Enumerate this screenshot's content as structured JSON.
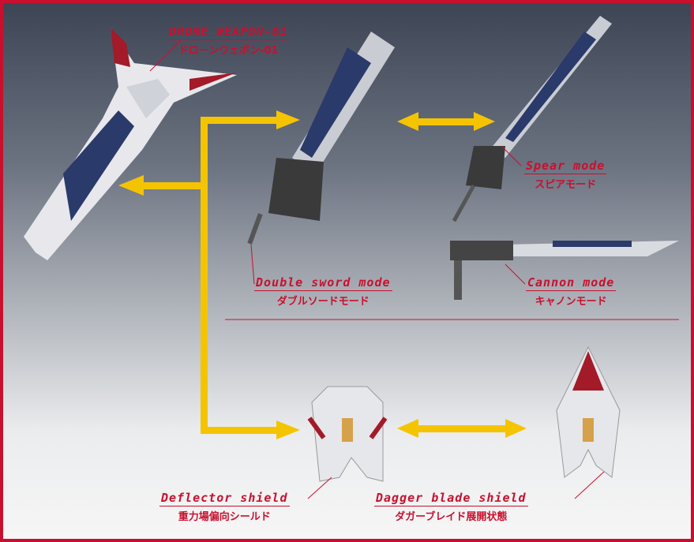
{
  "labels": {
    "drone": {
      "en": "DRONE WEAPON-01",
      "jp": "ドローンウェポン-01"
    },
    "double_sword": {
      "en": "Double sword mode",
      "jp": "ダブルソードモード"
    },
    "spear": {
      "en": "Spear mode",
      "jp": "スピアモード"
    },
    "cannon": {
      "en": "Cannon mode",
      "jp": "キャノンモード"
    },
    "deflector": {
      "en": "Deflector shield",
      "jp": "重力場偏向シールド"
    },
    "dagger": {
      "en": "Dagger blade shield",
      "jp": "ダガーブレイド展開状態"
    }
  },
  "colors": {
    "accent": "#c8102e",
    "arrow": "#f5c400"
  }
}
